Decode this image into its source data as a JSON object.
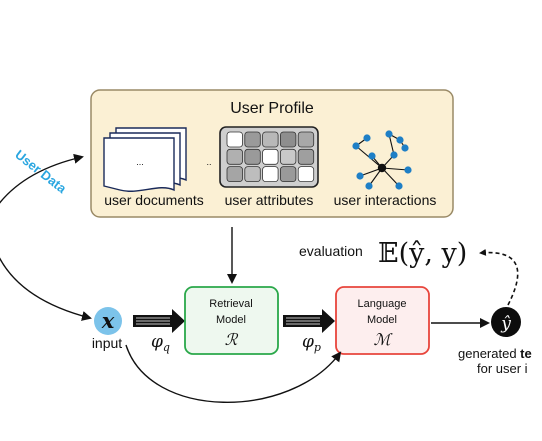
{
  "profile": {
    "title": "User Profile",
    "documents_label": "user documents",
    "attributes_label": "user attributes",
    "interactions_label": "user interactions",
    "ellipsis": "...",
    "ellipsis_between": ".."
  },
  "side_label": "User Data",
  "input": {
    "symbol": "x",
    "label": "input"
  },
  "phi_q": {
    "base": "φ",
    "sub": "q"
  },
  "phi_p": {
    "base": "φ",
    "sub": "p"
  },
  "retrieval": {
    "line1": "Retrieval",
    "line2": "Model",
    "symbol": "ℛ"
  },
  "language": {
    "line1": "Language",
    "line2": "Model",
    "symbol": "ℳ"
  },
  "evaluation": {
    "label": "evaluation",
    "expr": "𝔼(ŷ, y)"
  },
  "output": {
    "symbol": "ŷ",
    "line1_prefix": "generated ",
    "line1_bold": "te",
    "line2": "for user i"
  },
  "colors": {
    "profile_fill": "#fbf0d4",
    "profile_stroke": "#9a8a66",
    "retrieval_stroke": "#2aa84a",
    "retrieval_fill": "#eef8ef",
    "language_stroke": "#e8453c",
    "language_fill": "#fdeeee",
    "input_fill": "#7cc3ea",
    "accent_blue": "#2aa6e0",
    "node_blue": "#1e7fc6"
  }
}
